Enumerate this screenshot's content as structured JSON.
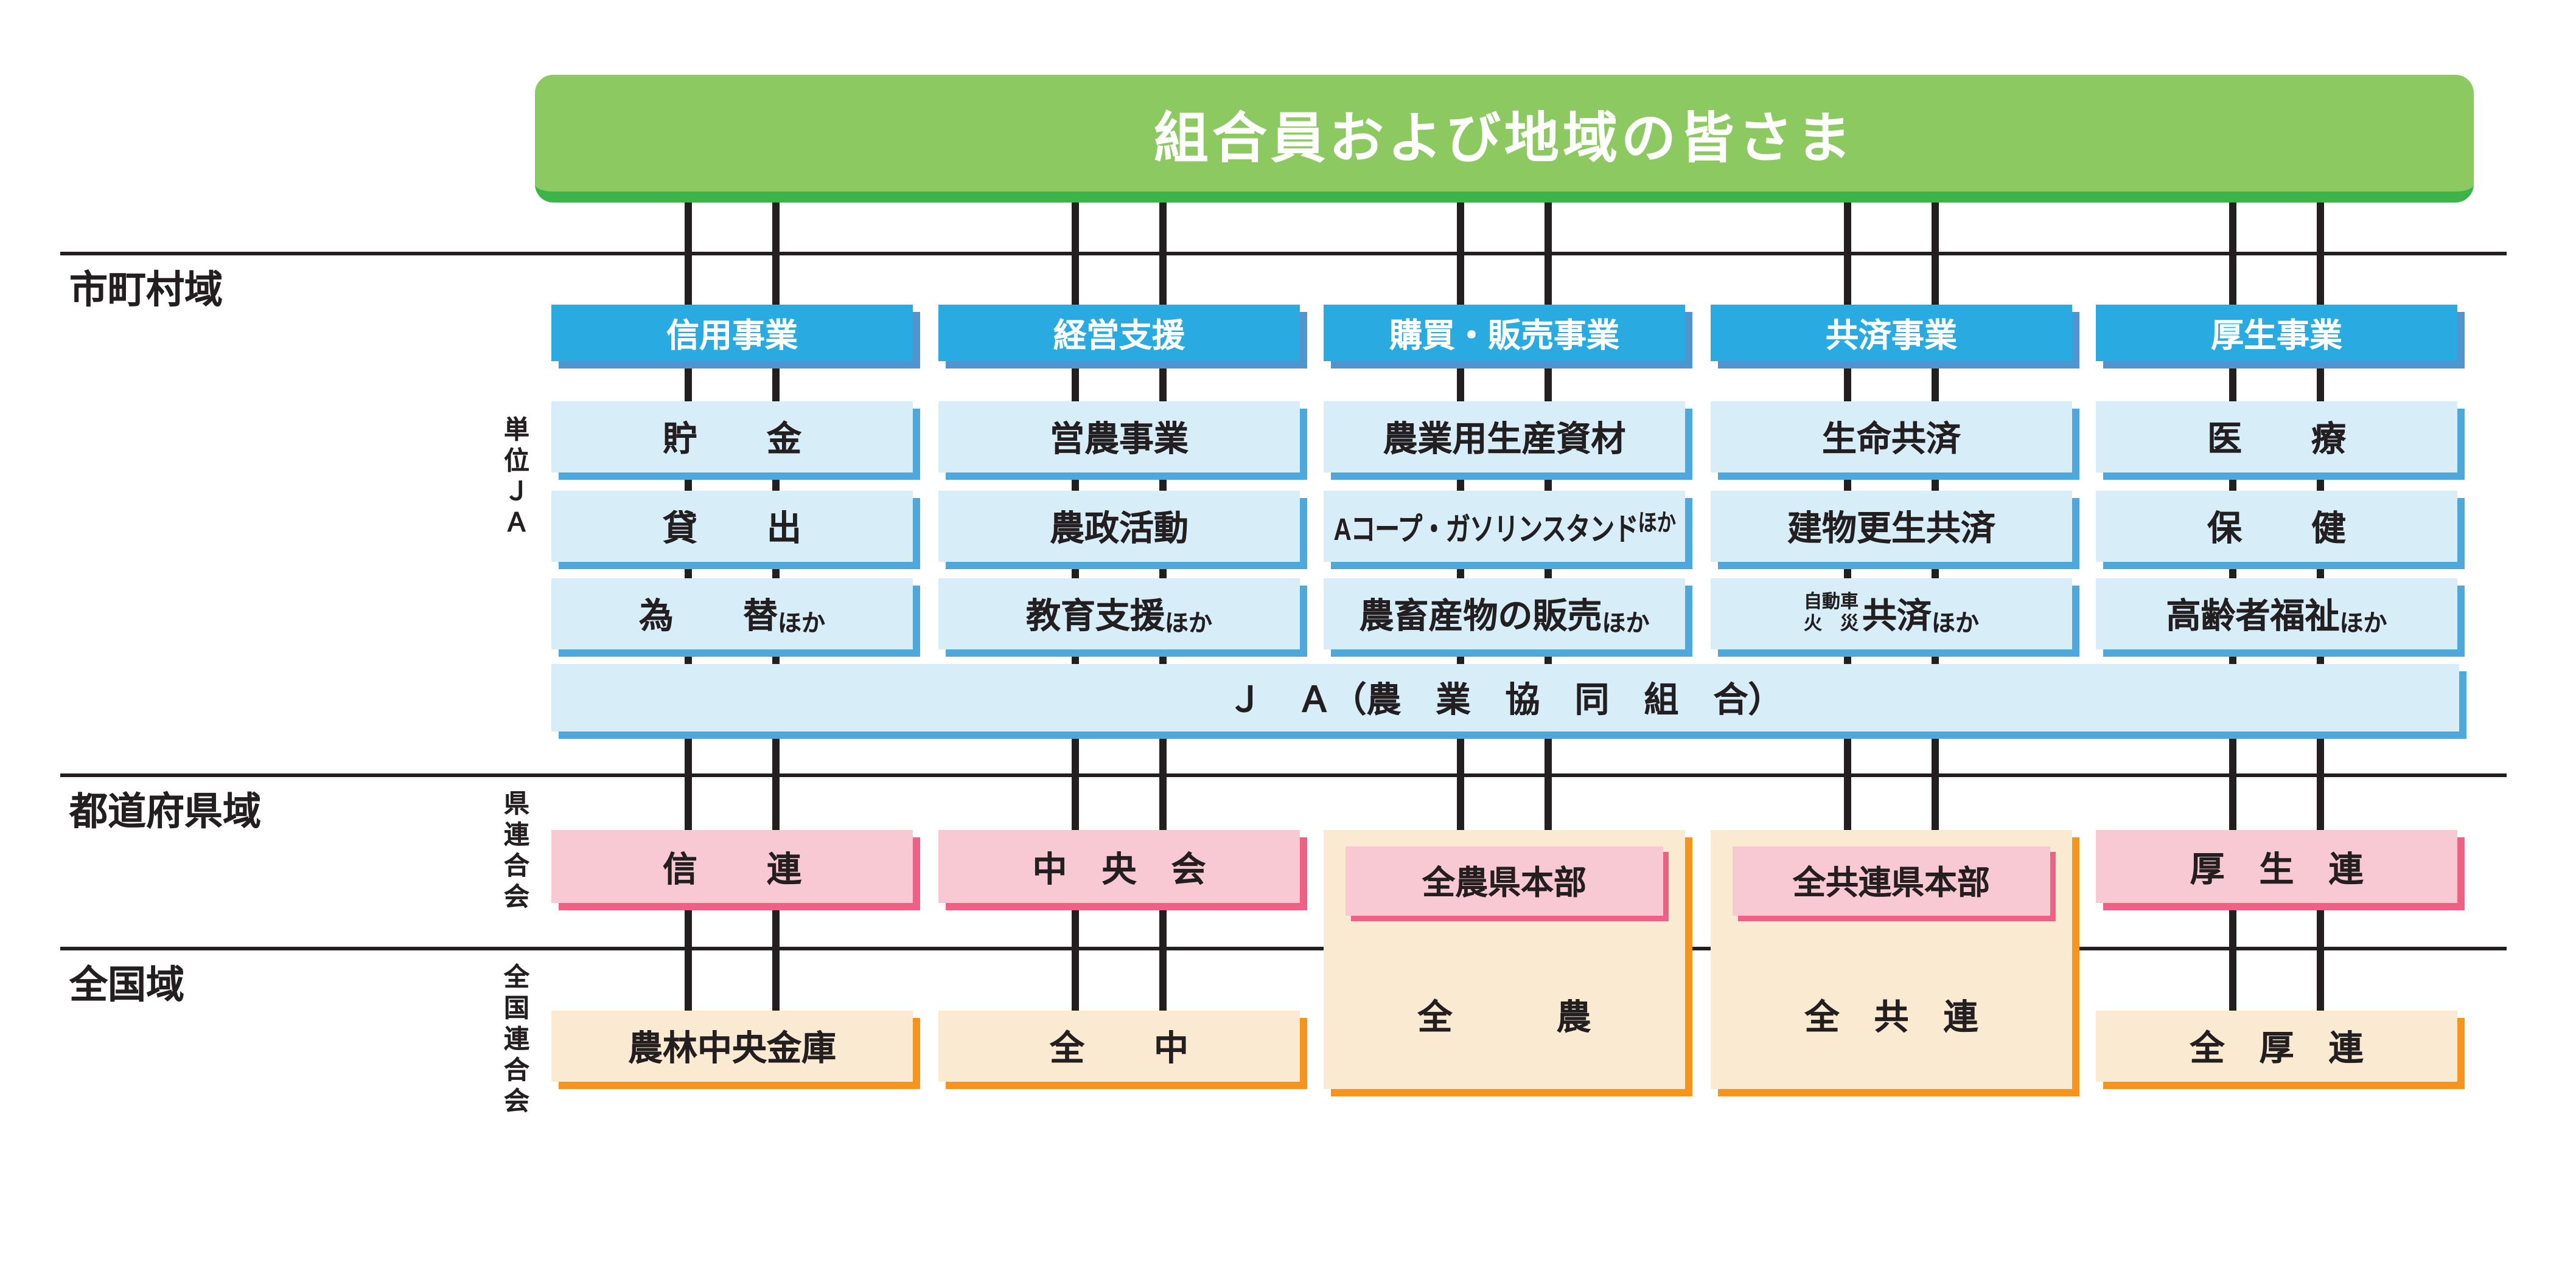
{
  "banner": {
    "label": "組合員および地域の皆さま"
  },
  "regions": {
    "municipal": "市町村域",
    "prefectural": "都道府県域",
    "national": "全国域"
  },
  "side_labels": {
    "unit_ja": "単位ＪＡ",
    "pref_federation": "県連合会",
    "national_federation": "全国連合会"
  },
  "columns": [
    {
      "header": "信用事業",
      "rows": [
        {
          "text": "貯　　金",
          "suffix": ""
        },
        {
          "text": "貸　　出",
          "suffix": ""
        },
        {
          "text": "為　　替",
          "suffix": "ほか"
        }
      ]
    },
    {
      "header": "経営支援",
      "rows": [
        {
          "text": "営農事業",
          "suffix": ""
        },
        {
          "text": "農政活動",
          "suffix": ""
        },
        {
          "text": "教育支援",
          "suffix": "ほか"
        }
      ]
    },
    {
      "header": "購買・販売事業",
      "rows": [
        {
          "text": "農業用生産資材",
          "suffix": ""
        },
        {
          "text": "Aコープ・ガソリンスタンド",
          "suffix": "ほか"
        },
        {
          "text": "農畜産物の販売",
          "suffix": "ほか"
        }
      ]
    },
    {
      "header": "共済事業",
      "rows": [
        {
          "text": "生命共済",
          "suffix": ""
        },
        {
          "text": "建物更生共済",
          "suffix": ""
        },
        {
          "text": "共済",
          "suffix": "ほか",
          "stack": [
            "自動車",
            "火　災"
          ]
        }
      ]
    },
    {
      "header": "厚生事業",
      "rows": [
        {
          "text": "医　　療",
          "suffix": ""
        },
        {
          "text": "保　　健",
          "suffix": ""
        },
        {
          "text": "高齢者福祉",
          "suffix": "ほか"
        }
      ]
    }
  ],
  "ja_bar": {
    "label": "Ｊ　Ａ（農　業　協　同　組　合）"
  },
  "prefectural_row": {
    "shinren": "信　　連",
    "chuokai": "中　央　会",
    "koseiren": "厚　生　連"
  },
  "zennoh_block": {
    "header": "全農県本部",
    "body": "全　　　農"
  },
  "zenkyoren_block": {
    "header": "全共連県本部",
    "body": "全　共　連"
  },
  "national_row": {
    "norinchukin": "農林中央金庫",
    "zenchu": "全　　中",
    "zenkoren": "全　厚　連"
  },
  "colors": {
    "green": "#8CC961",
    "greendark": "#3CB44A",
    "cyan": "#29ABE2",
    "hdrshadow": "#5095CE",
    "lightblue": "#D7EEF9",
    "blueshadow": "#4FA8DC",
    "pink": "#F8C9D3",
    "pinkshadow": "#EE6184",
    "cream": "#FBEAD2",
    "orange": "#F7941E",
    "ink": "#231F20"
  }
}
